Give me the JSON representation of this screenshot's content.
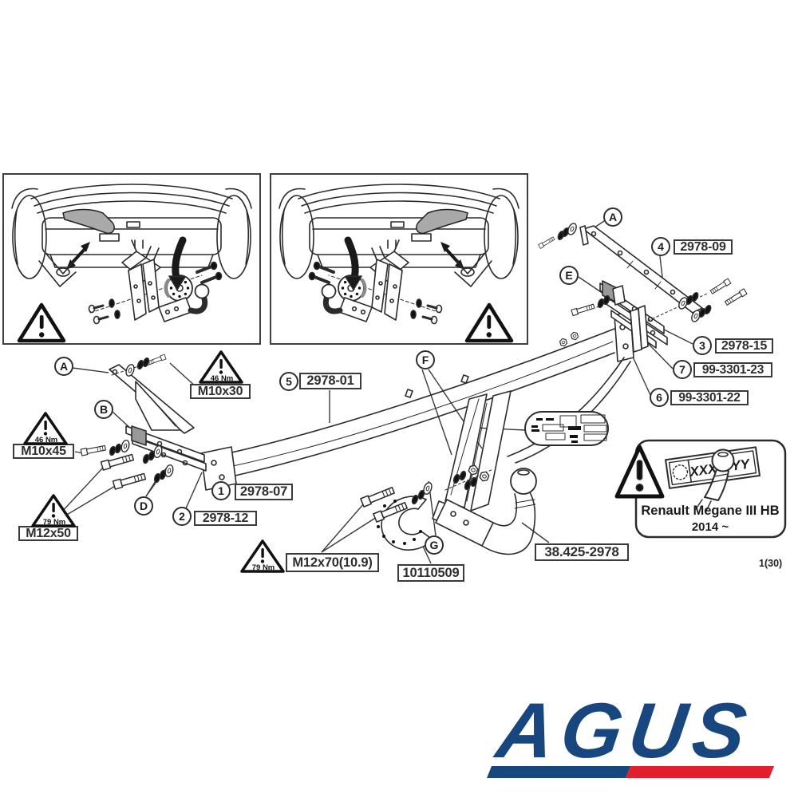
{
  "page": {
    "indicator": "1(30)"
  },
  "callouts": {
    "a": "A",
    "b": "B",
    "d": "D",
    "e": "E",
    "f": "F",
    "g": "G",
    "c1": "1",
    "c2": "2",
    "c3": "3",
    "c4": "4",
    "c5": "5",
    "c6": "6",
    "c7": "7"
  },
  "parts": {
    "crossbar": "2978-01",
    "left_bracket": "2978-07",
    "left_shim": "2978-12",
    "right_strap": "2978-09",
    "right_plate": "2978-15",
    "washer_plate_23": "99-3301-23",
    "washer_plate_22": "99-3301-22",
    "lock_plate": "10110509",
    "ball_arm": "38.425-2978"
  },
  "fasteners": {
    "m10x30": {
      "size": "M10x30",
      "torque": "46 Nm"
    },
    "m10x45": {
      "size": "M10x45",
      "torque": "46 Nm"
    },
    "m12x50": {
      "size": "M12x50",
      "torque": "79 Nm"
    },
    "m12x70": {
      "size": "M12x70(10.9)",
      "torque": "79 Nm"
    }
  },
  "vehicle": {
    "model": "Renault Megane III HB",
    "year": "2014 ~",
    "plate_left": "XXX",
    "plate_right": "YY"
  },
  "branding": {
    "logo": "AGUS"
  },
  "colors": {
    "logo_navy": "#17477E",
    "stripe_red": "#E31E2D",
    "line": "#2B2B2B"
  }
}
